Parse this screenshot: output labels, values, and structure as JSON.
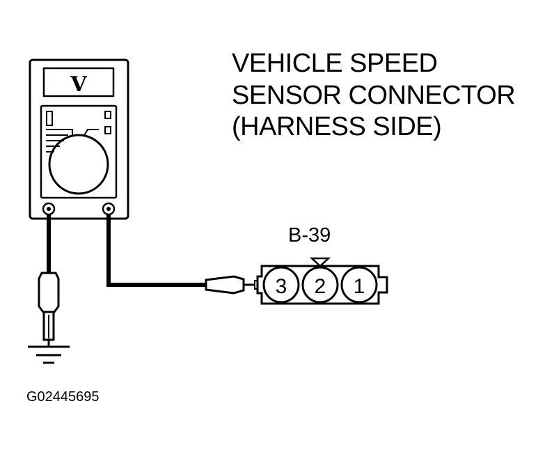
{
  "title": {
    "line1": "VEHICLE SPEED",
    "line2": "SENSOR CONNECTOR",
    "line3": "(HARNESS SIDE)"
  },
  "connector": {
    "label": "B-39",
    "pins": [
      "3",
      "2",
      "1"
    ]
  },
  "meter": {
    "mode": "V"
  },
  "figure_id": "G02445695"
}
